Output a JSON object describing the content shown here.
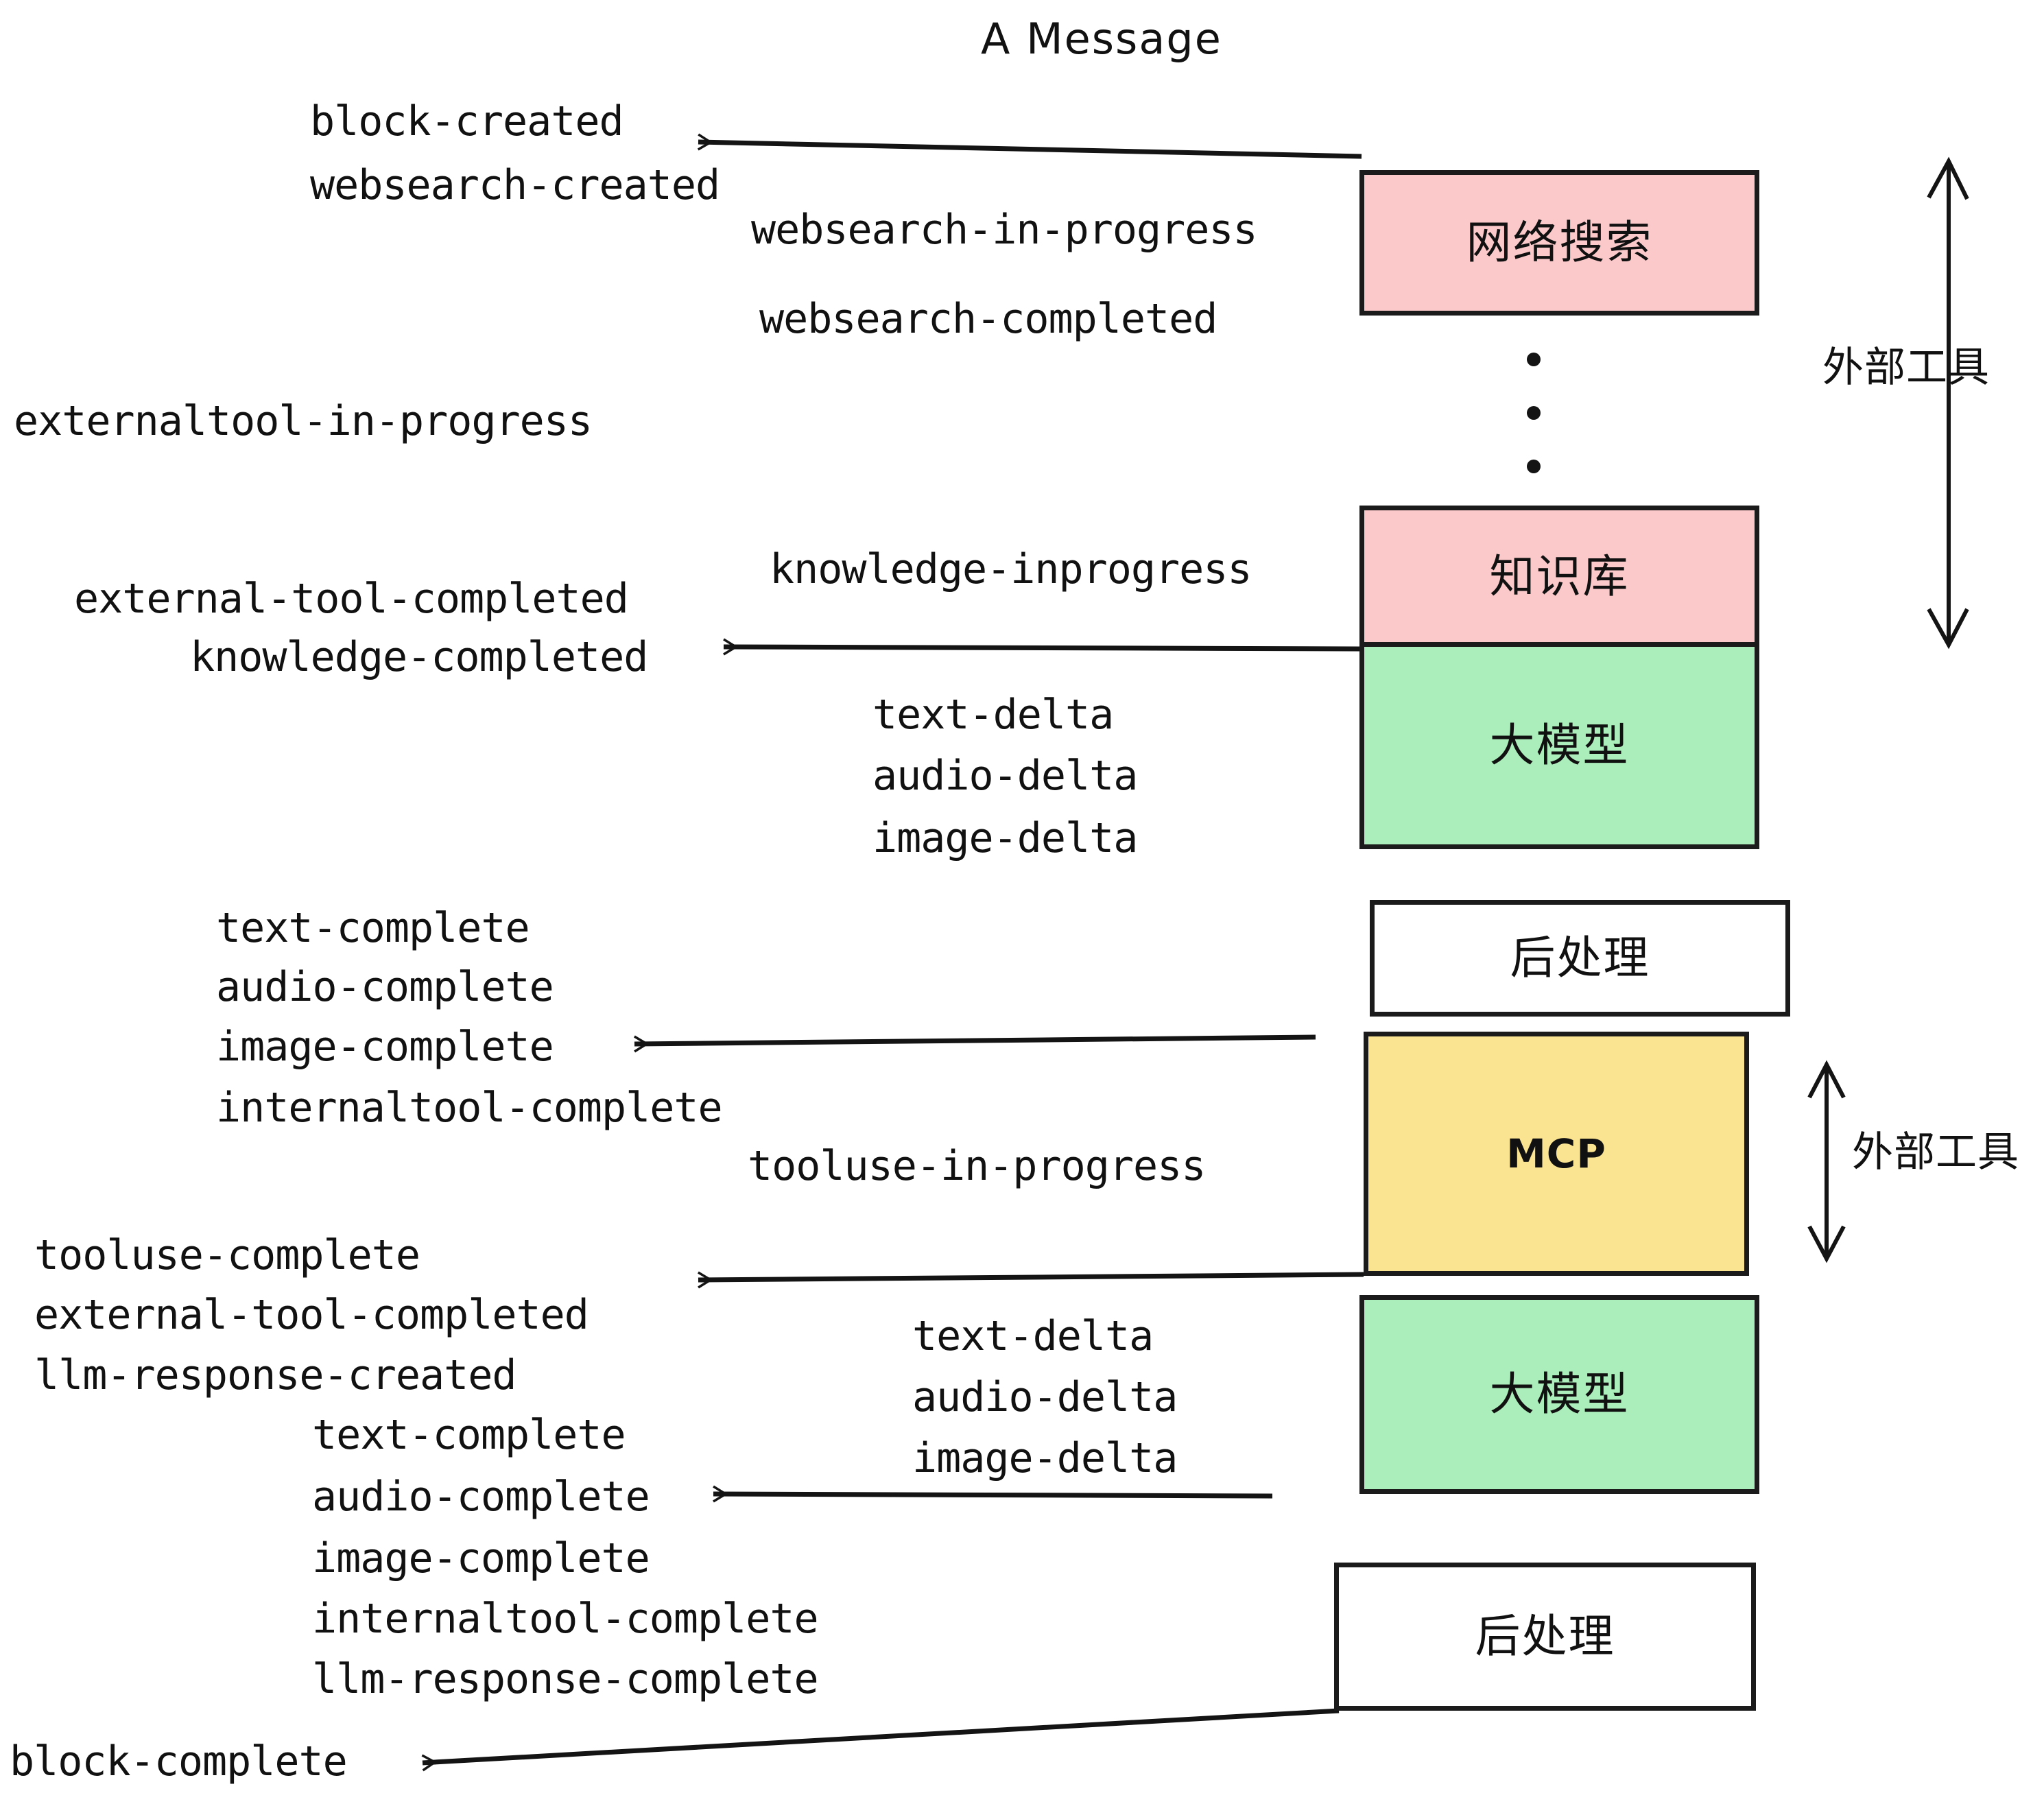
{
  "title": "A Message",
  "boxes": [
    {
      "id": "websearch",
      "label": "网络搜索",
      "color": "#FBC9CA"
    },
    {
      "id": "knowledge",
      "label": "知识库",
      "color": "#FBC9CA"
    },
    {
      "id": "llm-top",
      "label": "大模型",
      "color": "#ACEEBB"
    },
    {
      "id": "post-top",
      "label": "后处理",
      "color": "#FFFFFF"
    },
    {
      "id": "mcp",
      "label": "MCP",
      "color": "#FAE492"
    },
    {
      "id": "llm-bottom",
      "label": "大模型",
      "color": "#ACEEBB"
    },
    {
      "id": "post-bottom",
      "label": "后处理",
      "color": "#FFFFFF"
    }
  ],
  "group_labels": {
    "external_tool_top": "外部工具",
    "external_tool_bottom": "外部工具"
  },
  "events": {
    "block_created": "block-created",
    "websearch_created": "websearch-created",
    "websearch_in_progress": "websearch-in-progress",
    "websearch_completed": "websearch-completed",
    "externaltool_in_progress": "externaltool-in-progress",
    "knowledge_inprogress": "knowledge-inprogress",
    "external_tool_completed_1": "external-tool-completed",
    "knowledge_completed": "knowledge-completed",
    "text_delta_1": "text-delta",
    "audio_delta_1": "audio-delta",
    "image_delta_1": "image-delta",
    "text_complete_1": "text-complete",
    "audio_complete_1": "audio-complete",
    "image_complete_1": "image-complete",
    "internaltool_complete_1": "internaltool-complete",
    "tooluse_in_progress": "tooluse-in-progress",
    "tooluse_complete": "tooluse-complete",
    "external_tool_completed_2": "external-tool-completed",
    "llm_response_created": "llm-response-created",
    "text_delta_2": "text-delta",
    "audio_delta_2": "audio-delta",
    "image_delta_2": "image-delta",
    "text_complete_2": "text-complete",
    "audio_complete_2": "audio-complete",
    "image_complete_2": "image-complete",
    "internaltool_complete_2": "internaltool-complete",
    "llm_response_complete": "llm-response-complete",
    "block_complete": "block-complete"
  },
  "colors": {
    "pink": "#FBC9CA",
    "green": "#ACEEBB",
    "yellow": "#FAE492",
    "white": "#FFFFFF",
    "stroke": "#1b1b1b",
    "background": "#FFFFFF"
  }
}
